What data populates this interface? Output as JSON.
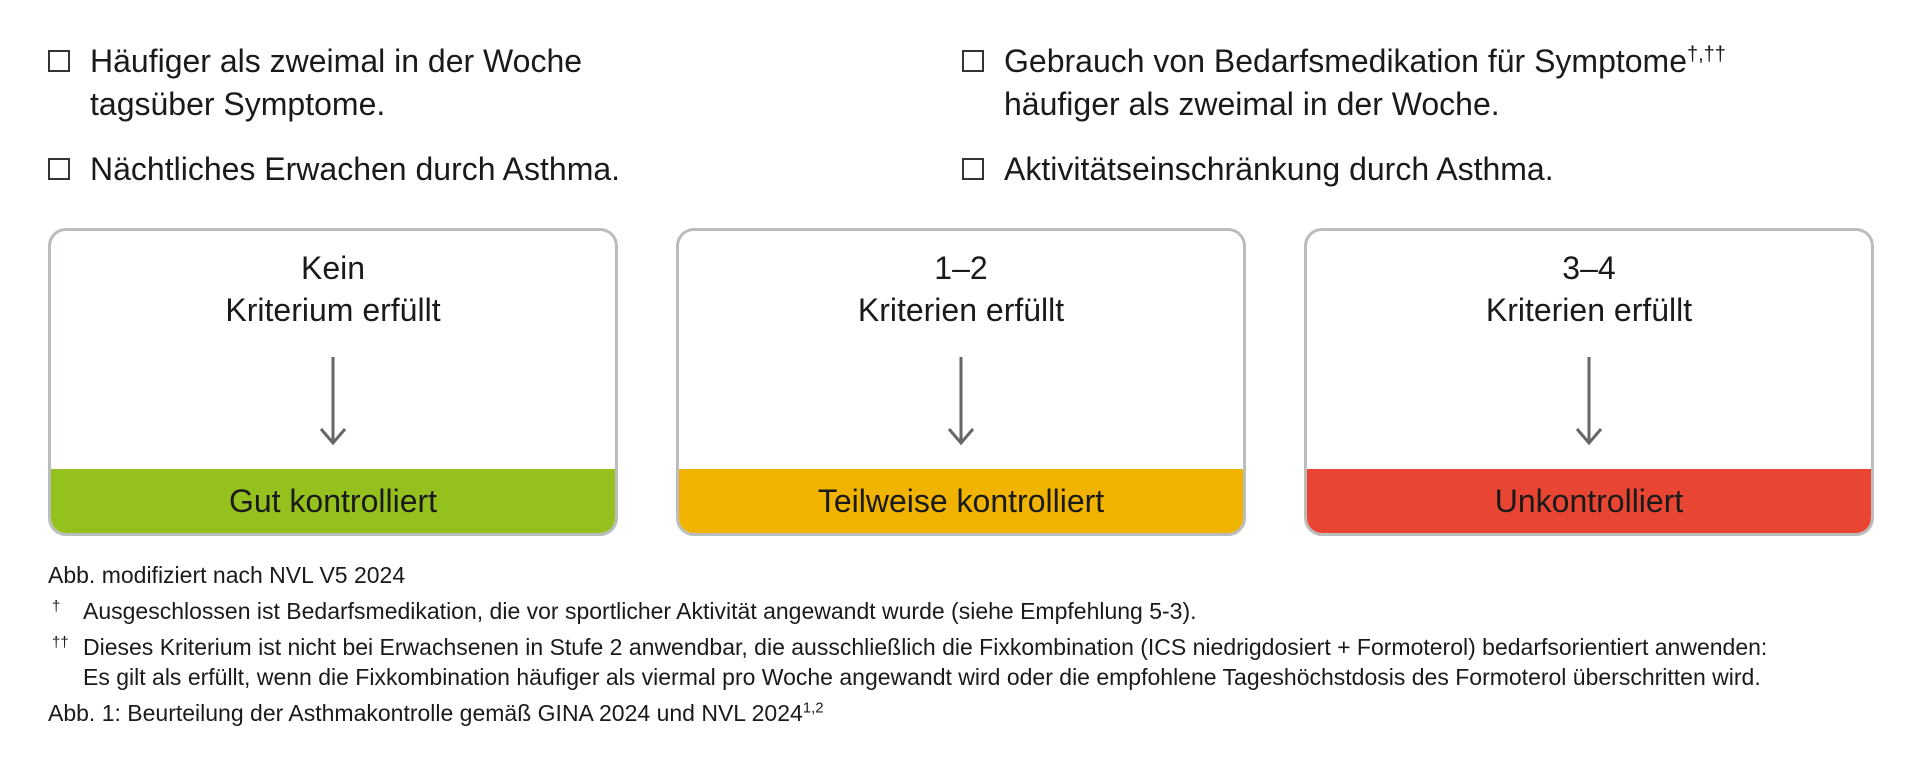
{
  "criteria": [
    {
      "lines": [
        "Häufiger als zweimal in der Woche",
        "tagsüber Symptome."
      ]
    },
    {
      "lines": [
        "Gebrauch von Bedarfsmedikation für Symptome",
        "häufiger als zweimal in der Woche."
      ],
      "sup": "†,††"
    },
    {
      "lines": [
        "Nächtliches Erwachen durch Asthma."
      ]
    },
    {
      "lines": [
        "Aktivitätseinschränkung durch Asthma."
      ]
    }
  ],
  "boxes": [
    {
      "count": "Kein",
      "criteria": "Kriterium erfüllt",
      "status": "Gut kontrolliert",
      "color": "#95c11f"
    },
    {
      "count": "1–2",
      "criteria": "Kriterien erfüllt",
      "status": "Teilweise kontrolliert",
      "color": "#f0b400"
    },
    {
      "count": "3–4",
      "criteria": "Kriterien erfüllt",
      "status": "Unkontrolliert",
      "color": "#e84533"
    }
  ],
  "notes": {
    "source": "Abb. modifiziert nach NVL V5 2024",
    "footnotes": [
      {
        "mark": "†",
        "lines": [
          "Ausgeschlossen ist Bedarfsmedikation, die vor sportlicher Aktivität angewandt wurde (siehe Empfehlung 5-3)."
        ]
      },
      {
        "mark": "††",
        "lines": [
          "Dieses Kriterium ist nicht bei Erwachsenen in Stufe 2 anwendbar, die ausschließlich die Fixkombination (ICS niedrigdosiert + Formoterol) bedarfsorientiert anwenden:",
          "Es gilt als erfüllt, wenn die Fixkombination häufiger als viermal pro Woche angewandt wird oder die empfohlene Tageshöchstdosis des Formoterol überschritten wird."
        ]
      }
    ],
    "caption": "Abb. 1: Beurteilung der Asthmakontrolle gemäß GINA 2024 und NVL 2024",
    "caption_sup": "1,2"
  },
  "colors": {
    "box_border": "#b9bdbe",
    "arrow": "#666666"
  }
}
